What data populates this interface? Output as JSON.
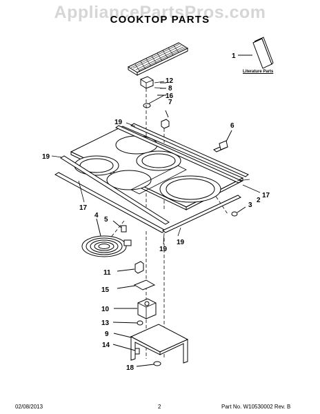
{
  "watermark": "AppliancePartsPros.com",
  "title": "COOKTOP PARTS",
  "literature_label": "Literature Parts",
  "callouts": {
    "c1": "1",
    "c2": "2",
    "c3": "3",
    "c4": "4",
    "c5": "5",
    "c6": "6",
    "c7": "7",
    "c8": "8",
    "c9": "9",
    "c10": "10",
    "c11": "11",
    "c12": "12",
    "c13": "13",
    "c14": "14",
    "c15": "15",
    "c16": "16",
    "c17a": "17",
    "c17b": "17",
    "c18": "18",
    "c19a": "19",
    "c19b": "19",
    "c19c": "19",
    "c19d": "19"
  },
  "footer": {
    "date": "02/08/2013",
    "page": "2",
    "part_no": "Part No. W10530002  Rev. B"
  }
}
